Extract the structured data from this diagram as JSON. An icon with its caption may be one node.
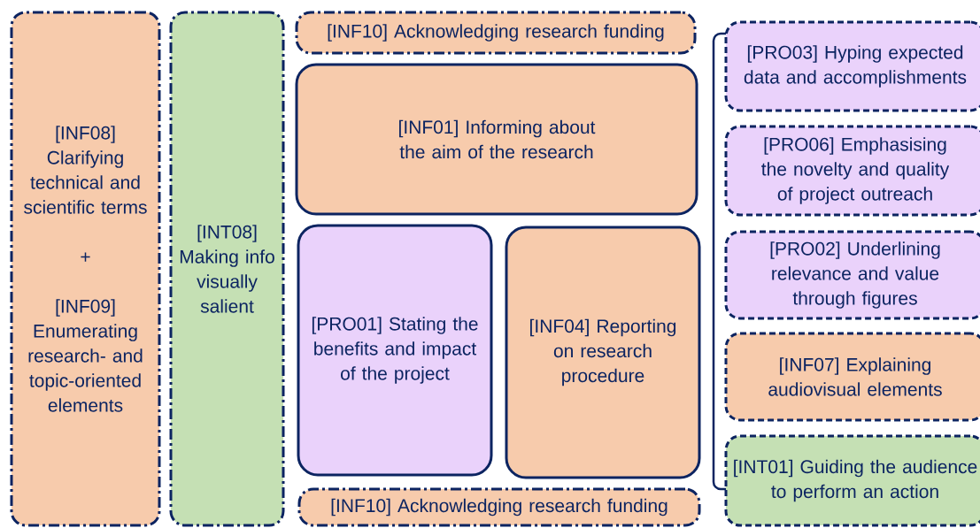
{
  "diagram": {
    "nodes": [
      {
        "text": [
          "[INF08] Clarifying technical and scientific terms",
          "+",
          "[INF09] Enumerating research- and topic-oriented elements"
        ]
      },
      {
        "text": [
          "[INT08] Making info visually salient"
        ]
      },
      {
        "text": [
          "[INF10] Acknowledging research funding"
        ]
      },
      {
        "text": [
          "[INF01] Informing about the aim of the research"
        ]
      },
      {
        "text": [
          "[PRO01] Stating the benefits and impact of the project"
        ]
      },
      {
        "text": [
          "[INF04] Reporting on research procedure"
        ]
      },
      {
        "text": [
          "[INF10] Acknowledging research funding"
        ]
      },
      {
        "text": [
          "[PRO03] Hyping expected data and accomplishments"
        ]
      },
      {
        "text": [
          "[PRO06] Emphasising the novelty and quality of project outreach"
        ]
      },
      {
        "text": [
          "[PRO02] Underlining relevance and value through figures"
        ]
      },
      {
        "text": [
          "[INF07] Explaining audiovisual elements"
        ]
      },
      {
        "text": [
          "[INT01] Guiding the audience to perform an action"
        ]
      }
    ]
  }
}
